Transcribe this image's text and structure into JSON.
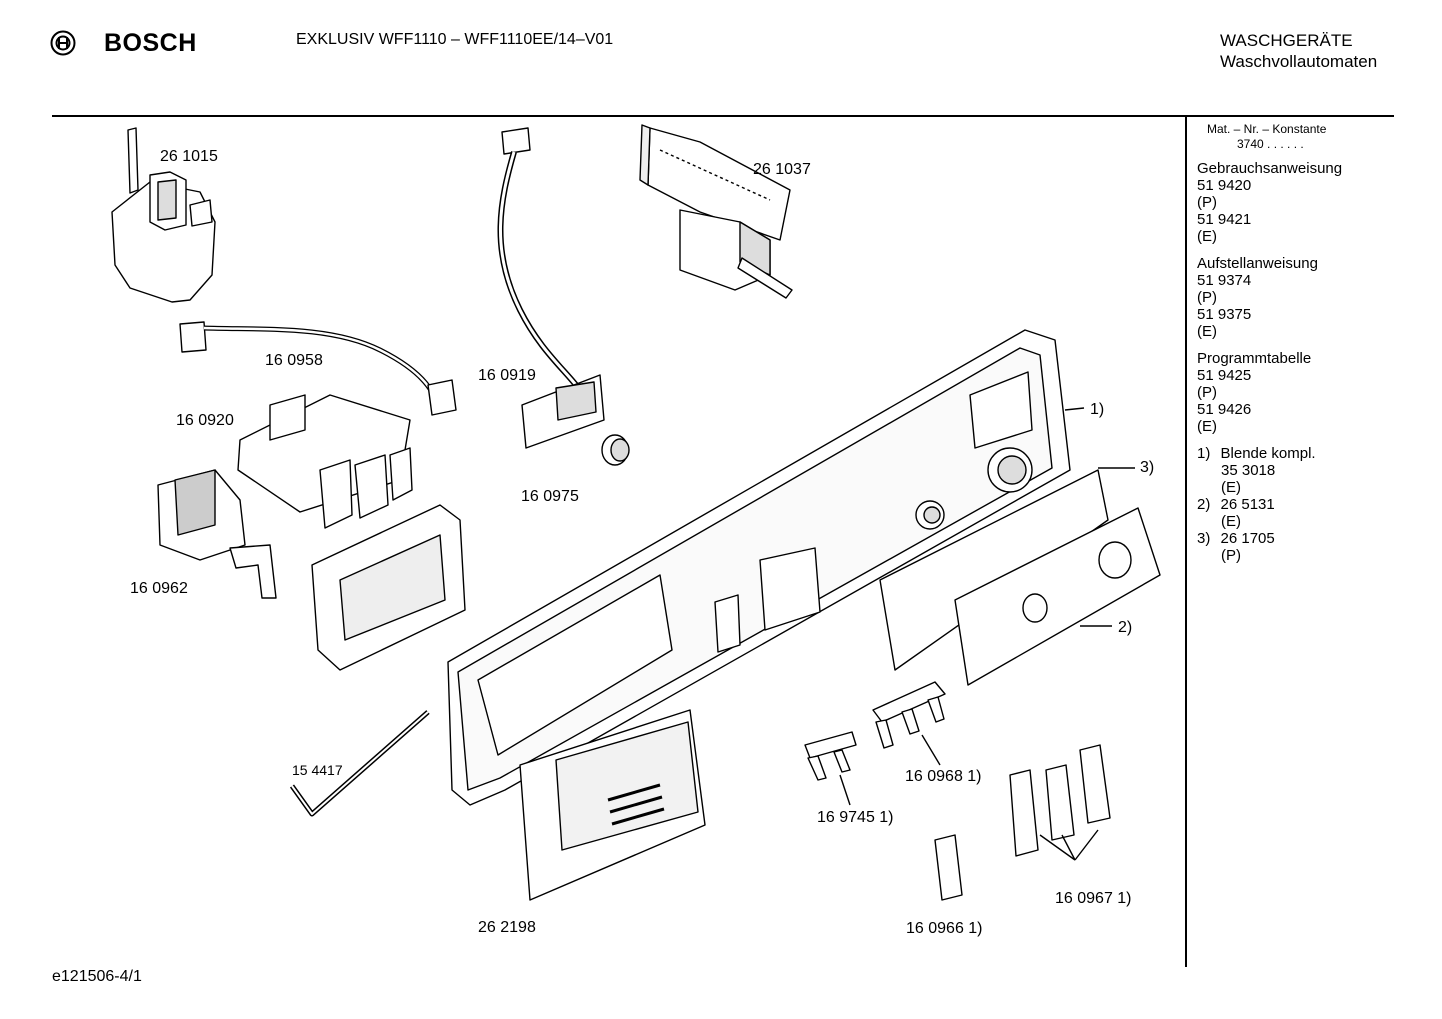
{
  "header": {
    "brand": "BOSCH",
    "model_line": "EXKLUSIV WFF1110   – WFF1110EE/14–V01",
    "category_line1": "WASCHGERÄTE",
    "category_line2": "Waschvollautomaten"
  },
  "sidebar": {
    "mat_nr_label": "Mat. – Nr. – Konstante",
    "mat_nr_value": "3740  .  .  .  .  .  .",
    "sections": [
      {
        "title": "Gebrauchsanweisung",
        "lines": [
          "51 9420",
          "(P)",
          "51 9421",
          "(E)"
        ]
      },
      {
        "title": "Aufstellanweisung",
        "lines": [
          "51 9374",
          "(P)",
          "51 9375",
          "(E)"
        ]
      },
      {
        "title": "Programmtabelle",
        "lines": [
          "51 9425",
          "(P)",
          "51 9426",
          "(E)"
        ]
      }
    ],
    "notes": [
      {
        "mark": "1)",
        "text": "Blende kompl.",
        "number": "35 3018",
        "type": "(E)"
      },
      {
        "mark": "2)",
        "text": "",
        "number": "26 5131",
        "type": "(E)"
      },
      {
        "mark": "3)",
        "text": "",
        "number": "26 1705",
        "type": "(P)"
      }
    ]
  },
  "parts": {
    "p261015": "26 1015",
    "p261037": "26 1037",
    "p160958": "16 0958",
    "p160919": "16 0919",
    "p160920": "16 0920",
    "p160975": "16 0975",
    "p160962": "16 0962",
    "p154417": "15 4417",
    "p262198": "26 2198",
    "p1609681": "16 0968 1)",
    "p1697451": "16 9745 1)",
    "p1609661": "16 0966 1)",
    "p1609671": "16 0967 1)",
    "callout1": "1)",
    "callout2": "2)",
    "callout3": "3)"
  },
  "footer": {
    "drawing_id": "e121506-4/1"
  }
}
